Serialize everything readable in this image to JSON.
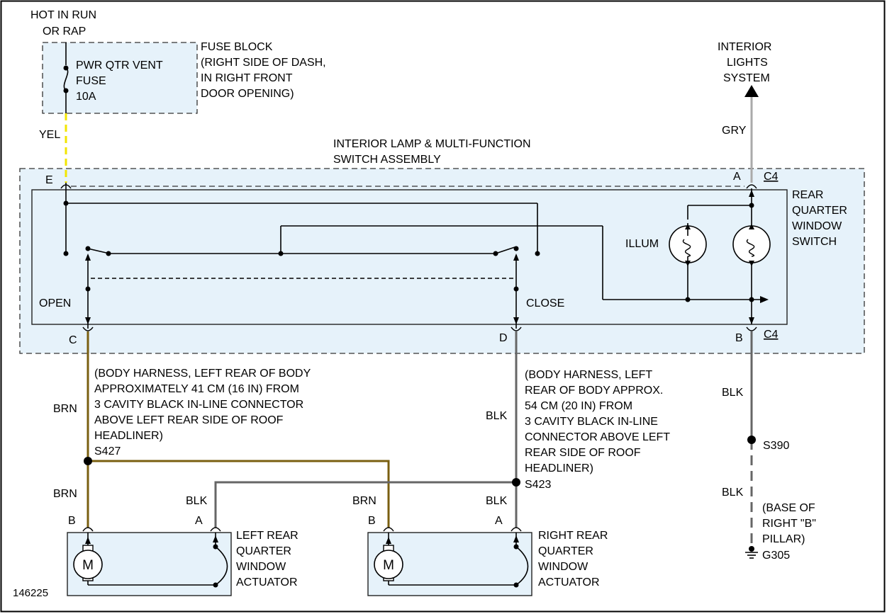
{
  "power": {
    "line1": "HOT IN RUN",
    "line2": "OR RAP"
  },
  "fuse": {
    "line1": "PWR QTR VENT",
    "line2": "FUSE",
    "line3": "10A"
  },
  "fuse_block": {
    "line1": "FUSE BLOCK",
    "line2": "(RIGHT SIDE OF DASH,",
    "line3": "IN RIGHT FRONT",
    "line4": "DOOR OPENING)"
  },
  "interior_lights": {
    "line1": "INTERIOR",
    "line2": "LIGHTS",
    "line3": "SYSTEM"
  },
  "assembly": {
    "line1": "INTERIOR LAMP & MULTI-FUNCTION",
    "line2": "SWITCH ASSEMBLY"
  },
  "switch_label": {
    "line1": "REAR",
    "line2": "QUARTER",
    "line3": "WINDOW",
    "line4": "SWITCH"
  },
  "illum": "ILLUM",
  "positions": {
    "open": "OPEN",
    "close": "CLOSE"
  },
  "pins": {
    "e": "E",
    "a": "A",
    "c": "C",
    "d": "D",
    "b": "B",
    "connector": "C4"
  },
  "wire_colors": {
    "yel": "YEL",
    "gry": "GRY",
    "brn": "BRN",
    "blk": "BLK"
  },
  "colors": {
    "yel": "#f2e600",
    "gry": "#aaaaaa",
    "brn": "#7a5f10",
    "blk": "#666666",
    "box": "#e6f2fa"
  },
  "splice_s427": {
    "line1": "(BODY HARNESS, LEFT REAR OF BODY",
    "line2": "APPROXIMATELY 41 CM (16 IN) FROM",
    "line3": "3 CAVITY BLACK IN-LINE CONNECTOR",
    "line4": "ABOVE LEFT REAR SIDE OF ROOF",
    "line5": "HEADLINER)",
    "name": "S427"
  },
  "splice_s423": {
    "line1": "(BODY HARNESS, LEFT",
    "line2": "REAR OF BODY APPROX.",
    "line3": "54 CM (20 IN) FROM",
    "line4": "3 CAVITY BLACK IN-LINE",
    "line5": "CONNECTOR ABOVE LEFT",
    "line6": "REAR SIDE OF ROOF",
    "line7": "HEADLINER)",
    "name": "S423"
  },
  "splice_s390": "S390",
  "ground": {
    "line1": "(BASE OF",
    "line2": "RIGHT \"B\"",
    "line3": "PILLAR)",
    "name": "G305"
  },
  "motor": "M",
  "left_actuator": {
    "line1": "LEFT REAR",
    "line2": "QUARTER",
    "line3": "WINDOW",
    "line4": "ACTUATOR"
  },
  "right_actuator": {
    "line1": "RIGHT REAR",
    "line2": "QUARTER",
    "line3": "WINDOW",
    "line4": "ACTUATOR"
  },
  "figure_id": "146225"
}
